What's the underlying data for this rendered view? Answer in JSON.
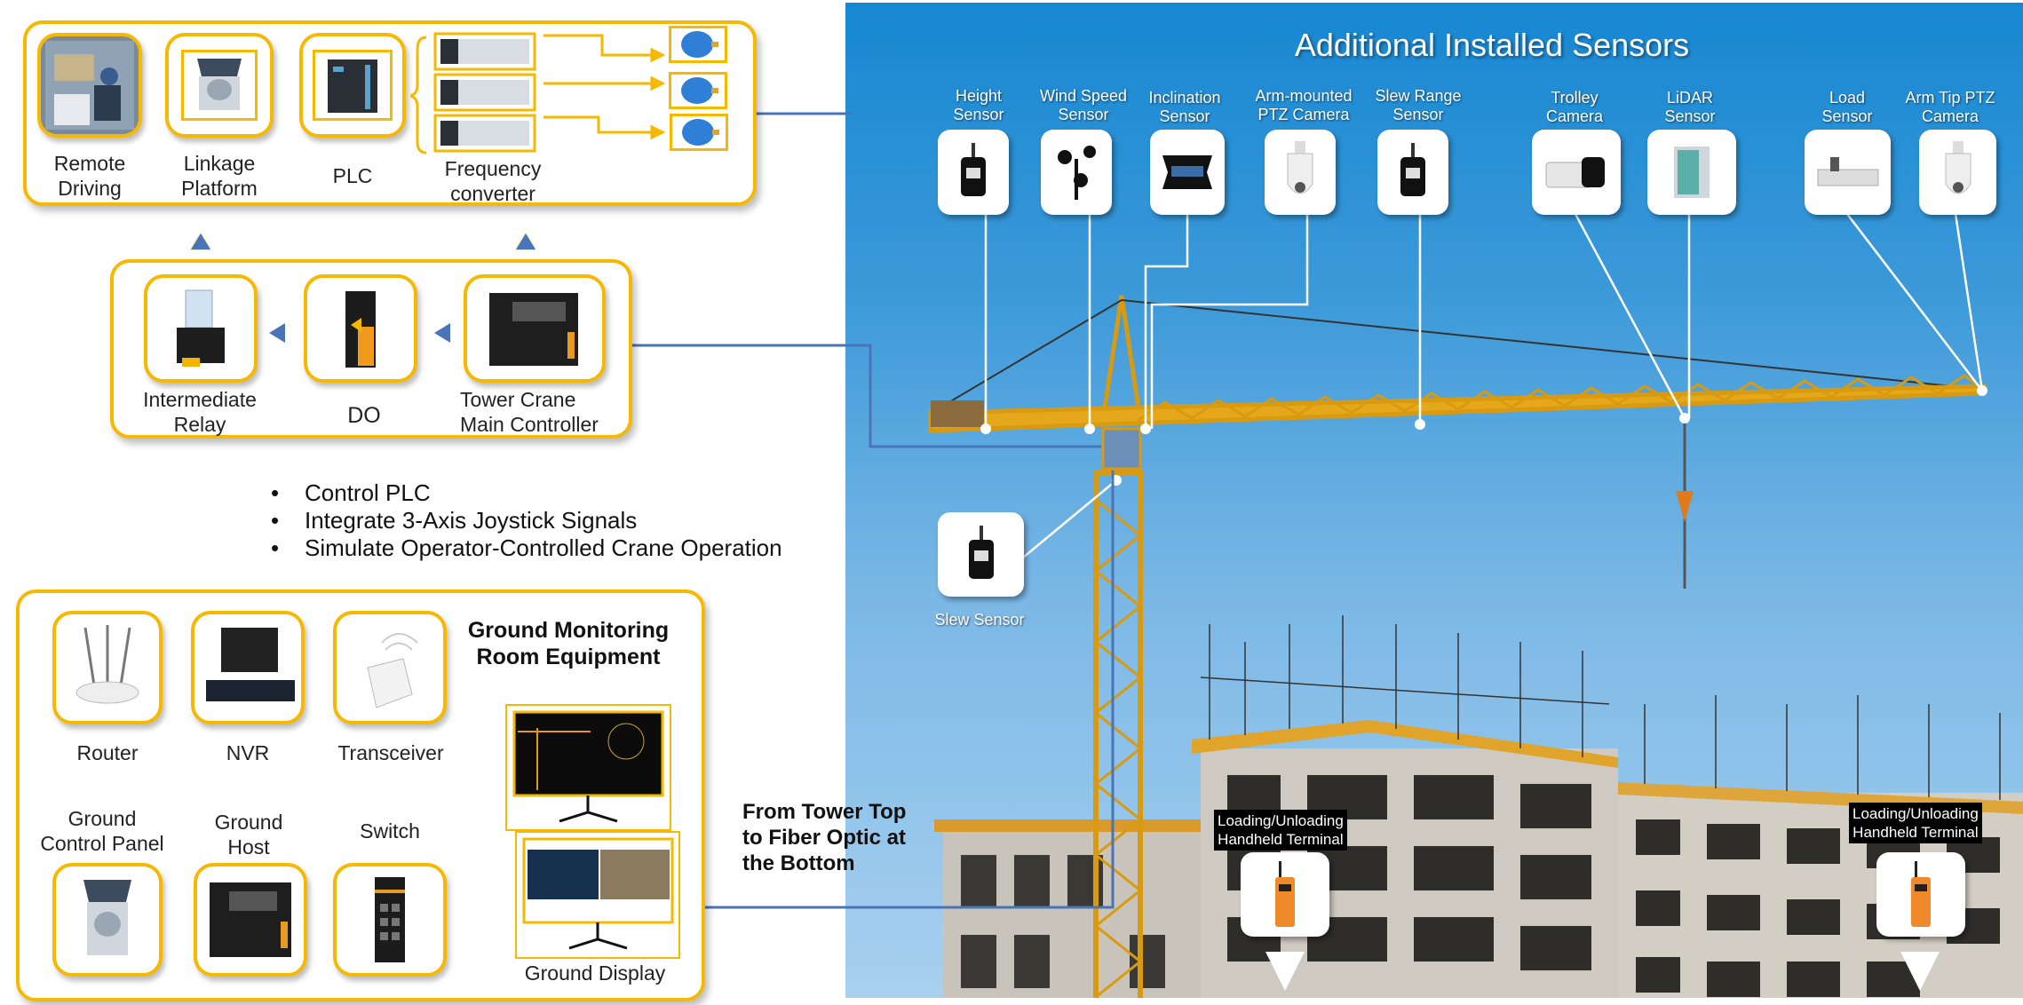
{
  "top_panel": {
    "items": [
      {
        "label": "Remote\nDriving",
        "l1": "Remote",
        "l2": "Driving",
        "icon": "remote-driving-photo"
      },
      {
        "l1": "Linkage",
        "l2": "Platform",
        "icon": "linkage-platform-photo"
      },
      {
        "l1": "PLC",
        "icon": "plc-photo"
      },
      {
        "l1": "Frequency",
        "l2": "converter",
        "icon": "frequency-converter-photo"
      }
    ],
    "motors_icon": "motor-icon"
  },
  "middle_panel": {
    "items": [
      {
        "l1": "Intermediate",
        "l2": "Relay"
      },
      {
        "l1": "DO"
      },
      {
        "l1": "Tower Crane",
        "l2": "Main Controller"
      }
    ]
  },
  "bullets": [
    "Control PLC",
    "Integrate 3-Axis Joystick Signals",
    "Simulate Operator-Controlled Crane Operation"
  ],
  "ground_panel": {
    "title_l1": "Ground Monitoring",
    "title_l2": "Room Equipment",
    "items": [
      {
        "l1": "Router"
      },
      {
        "l1": "NVR"
      },
      {
        "l1": "Transceiver"
      },
      {
        "l1": "Ground",
        "l2": "Control Panel"
      },
      {
        "l1": "Ground",
        "l2": "Host"
      },
      {
        "l1": "Switch"
      }
    ],
    "display_label": "Ground Display"
  },
  "fiber_note": {
    "l1": "From Tower Top",
    "l2": "to Fiber Optic at",
    "l3": "the Bottom"
  },
  "photo": {
    "title": "Additional Installed Sensors",
    "sensors": [
      {
        "l1": "Height",
        "l2": "Sensor",
        "icon": "encoder-icon"
      },
      {
        "l1": "Wind Speed",
        "l2": "Sensor",
        "icon": "anemometer-icon"
      },
      {
        "l1": "Inclination",
        "l2": "Sensor",
        "icon": "inclinometer-icon"
      },
      {
        "l1": "Arm-mounted",
        "l2": "PTZ Camera",
        "icon": "ptz-camera-icon"
      },
      {
        "l1": "Slew Range",
        "l2": "Sensor",
        "icon": "encoder-icon"
      },
      {
        "l1": "Trolley",
        "l2": "Camera",
        "icon": "box-camera-icon"
      },
      {
        "l1": "LiDAR",
        "l2": "Sensor",
        "icon": "lidar-icon"
      },
      {
        "l1": "Load",
        "l2": "Sensor",
        "icon": "load-cell-icon"
      },
      {
        "l1": "Arm Tip PTZ",
        "l2": "Camera",
        "icon": "ptz-camera-icon"
      }
    ],
    "slew_sensor": "Slew Sensor",
    "terminals": [
      {
        "l1": "Loading/Unloading",
        "l2": "Handheld Terminal"
      },
      {
        "l1": "Loading/Unloading",
        "l2": "Handheld Terminal"
      }
    ]
  },
  "colors": {
    "accent": "#f6b900",
    "connector": "#4a74b8",
    "sky": "#3d9ad9"
  }
}
